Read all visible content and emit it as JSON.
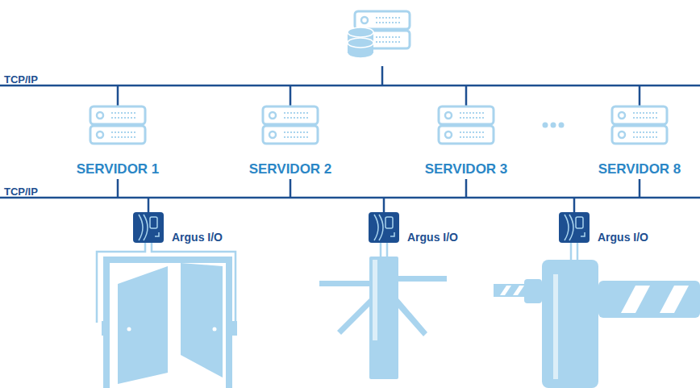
{
  "diagram": {
    "nodes": [
      {
        "text": [
          "SERVIDOR 1"
        ]
      },
      {
        "text": [
          "SERVIDOR 2"
        ]
      },
      {
        "text": [
          "SERVIDOR 3"
        ]
      },
      {
        "text": [
          "SERVIDOR 8"
        ]
      },
      {
        "text": [
          "Argus I/O"
        ]
      },
      {
        "text": [
          "Argus I/O"
        ]
      },
      {
        "text": [
          "Argus I/O"
        ]
      }
    ],
    "labels": [
      "TCP/IP",
      "TCP/IP"
    ]
  }
}
